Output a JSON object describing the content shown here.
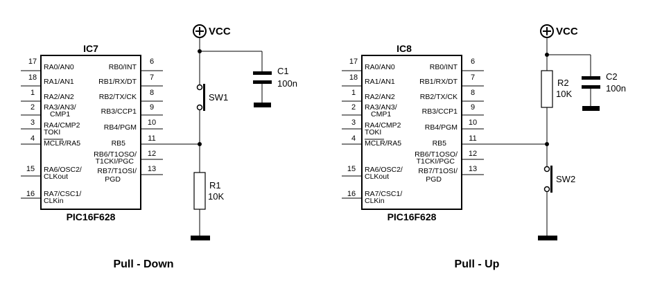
{
  "circuits": [
    {
      "ic_ref": "IC7",
      "ic_part": "PIC16F628",
      "vcc_label": "VCC",
      "cap_ref": "C1",
      "cap_value": "100n",
      "switch_ref": "SW1",
      "res_ref": "R1",
      "res_value": "10K",
      "caption": "Pull - Down",
      "left_pins": [
        {
          "num": "17",
          "label": [
            "RA0/AN0"
          ]
        },
        {
          "num": "18",
          "label": [
            "RA1/AN1"
          ]
        },
        {
          "num": "1",
          "label": [
            "RA2/AN2"
          ]
        },
        {
          "num": "2",
          "label": [
            "RA3/AN3/",
            "CMP1"
          ]
        },
        {
          "num": "3",
          "label": [
            "RA4/CMP2",
            "TOKI"
          ]
        },
        {
          "num": "4",
          "label": [
            "MCLR/RA5"
          ]
        },
        {
          "num": "15",
          "label": [
            "RA6/OSC2/",
            "CLKout"
          ]
        },
        {
          "num": "16",
          "label": [
            "RA7/CSC1/",
            "CLKin"
          ]
        }
      ],
      "right_pins": [
        {
          "num": "6",
          "label": [
            "RB0/INT"
          ]
        },
        {
          "num": "7",
          "label": [
            "RB1/RX/DT"
          ]
        },
        {
          "num": "8",
          "label": [
            "RB2/TX/CK"
          ]
        },
        {
          "num": "9",
          "label": [
            "RB3/CCP1"
          ]
        },
        {
          "num": "10",
          "label": [
            "RB4/PGM"
          ]
        },
        {
          "num": "11",
          "label": [
            "RB5"
          ]
        },
        {
          "num": "12",
          "label": [
            "RB6/T1OSO/",
            "T1CKI/PGC"
          ]
        },
        {
          "num": "13",
          "label": [
            "RB7/T1OSI/",
            "PGD"
          ]
        }
      ]
    },
    {
      "ic_ref": "IC8",
      "ic_part": "PIC16F628",
      "vcc_label": "VCC",
      "cap_ref": "C2",
      "cap_value": "100n",
      "switch_ref": "SW2",
      "res_ref": "R2",
      "res_value": "10K",
      "caption": "Pull - Up",
      "left_pins": [
        {
          "num": "17",
          "label": [
            "RA0/AN0"
          ]
        },
        {
          "num": "18",
          "label": [
            "RA1/AN1"
          ]
        },
        {
          "num": "1",
          "label": [
            "RA2/AN2"
          ]
        },
        {
          "num": "2",
          "label": [
            "RA3/AN3/",
            "CMP1"
          ]
        },
        {
          "num": "3",
          "label": [
            "RA4/CMP2",
            "TOKI"
          ]
        },
        {
          "num": "4",
          "label": [
            "MCLR/RA5"
          ]
        },
        {
          "num": "15",
          "label": [
            "RA6/OSC2/",
            "CLKout"
          ]
        },
        {
          "num": "16",
          "label": [
            "RA7/CSC1/",
            "CLKin"
          ]
        }
      ],
      "right_pins": [
        {
          "num": "6",
          "label": [
            "RB0/INT"
          ]
        },
        {
          "num": "7",
          "label": [
            "RB1/RX/DT"
          ]
        },
        {
          "num": "8",
          "label": [
            "RB2/TX/CK"
          ]
        },
        {
          "num": "9",
          "label": [
            "RB3/CCP1"
          ]
        },
        {
          "num": "10",
          "label": [
            "RB4/PGM"
          ]
        },
        {
          "num": "11",
          "label": [
            "RB5"
          ]
        },
        {
          "num": "12",
          "label": [
            "RB6/T1OSO/",
            "T1CKI/PGC"
          ]
        },
        {
          "num": "13",
          "label": [
            "RB7/T1OSI/",
            "PGD"
          ]
        }
      ]
    }
  ]
}
